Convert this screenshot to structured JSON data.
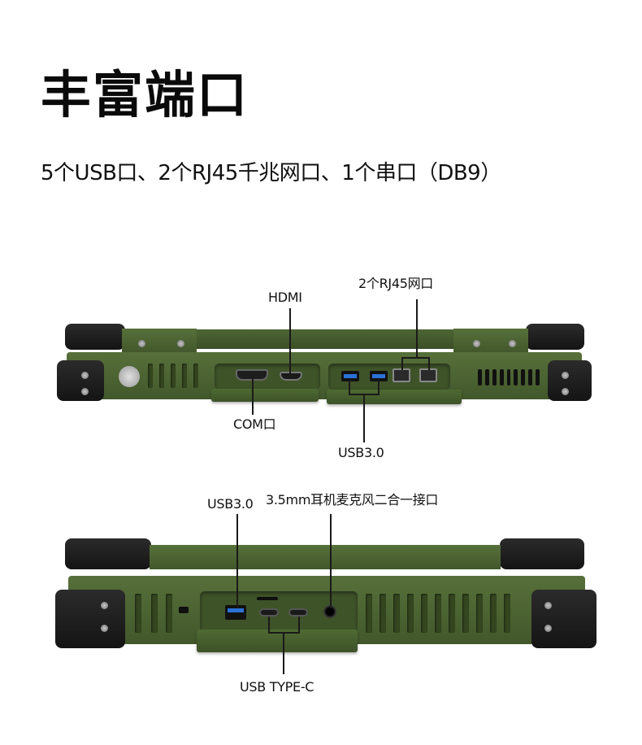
{
  "header": {
    "title": "丰富端口",
    "subtitle": "5个USB口、2个RJ45千兆网口、1个串口（DB9）"
  },
  "rear_view": {
    "labels": {
      "hdmi": "HDMI",
      "rj45": "2个RJ45网口",
      "com": "COM口",
      "usb": "USB3.0"
    }
  },
  "side_view": {
    "labels": {
      "usb": "USB3.0",
      "audio": "3.5mm耳机麦克风二合一接口",
      "usbc": "USB TYPE-C"
    }
  },
  "colors": {
    "chassis_green": "#4b6330",
    "bumper_black": "#1c1c1c",
    "usb_blue": "#2a72d8"
  }
}
